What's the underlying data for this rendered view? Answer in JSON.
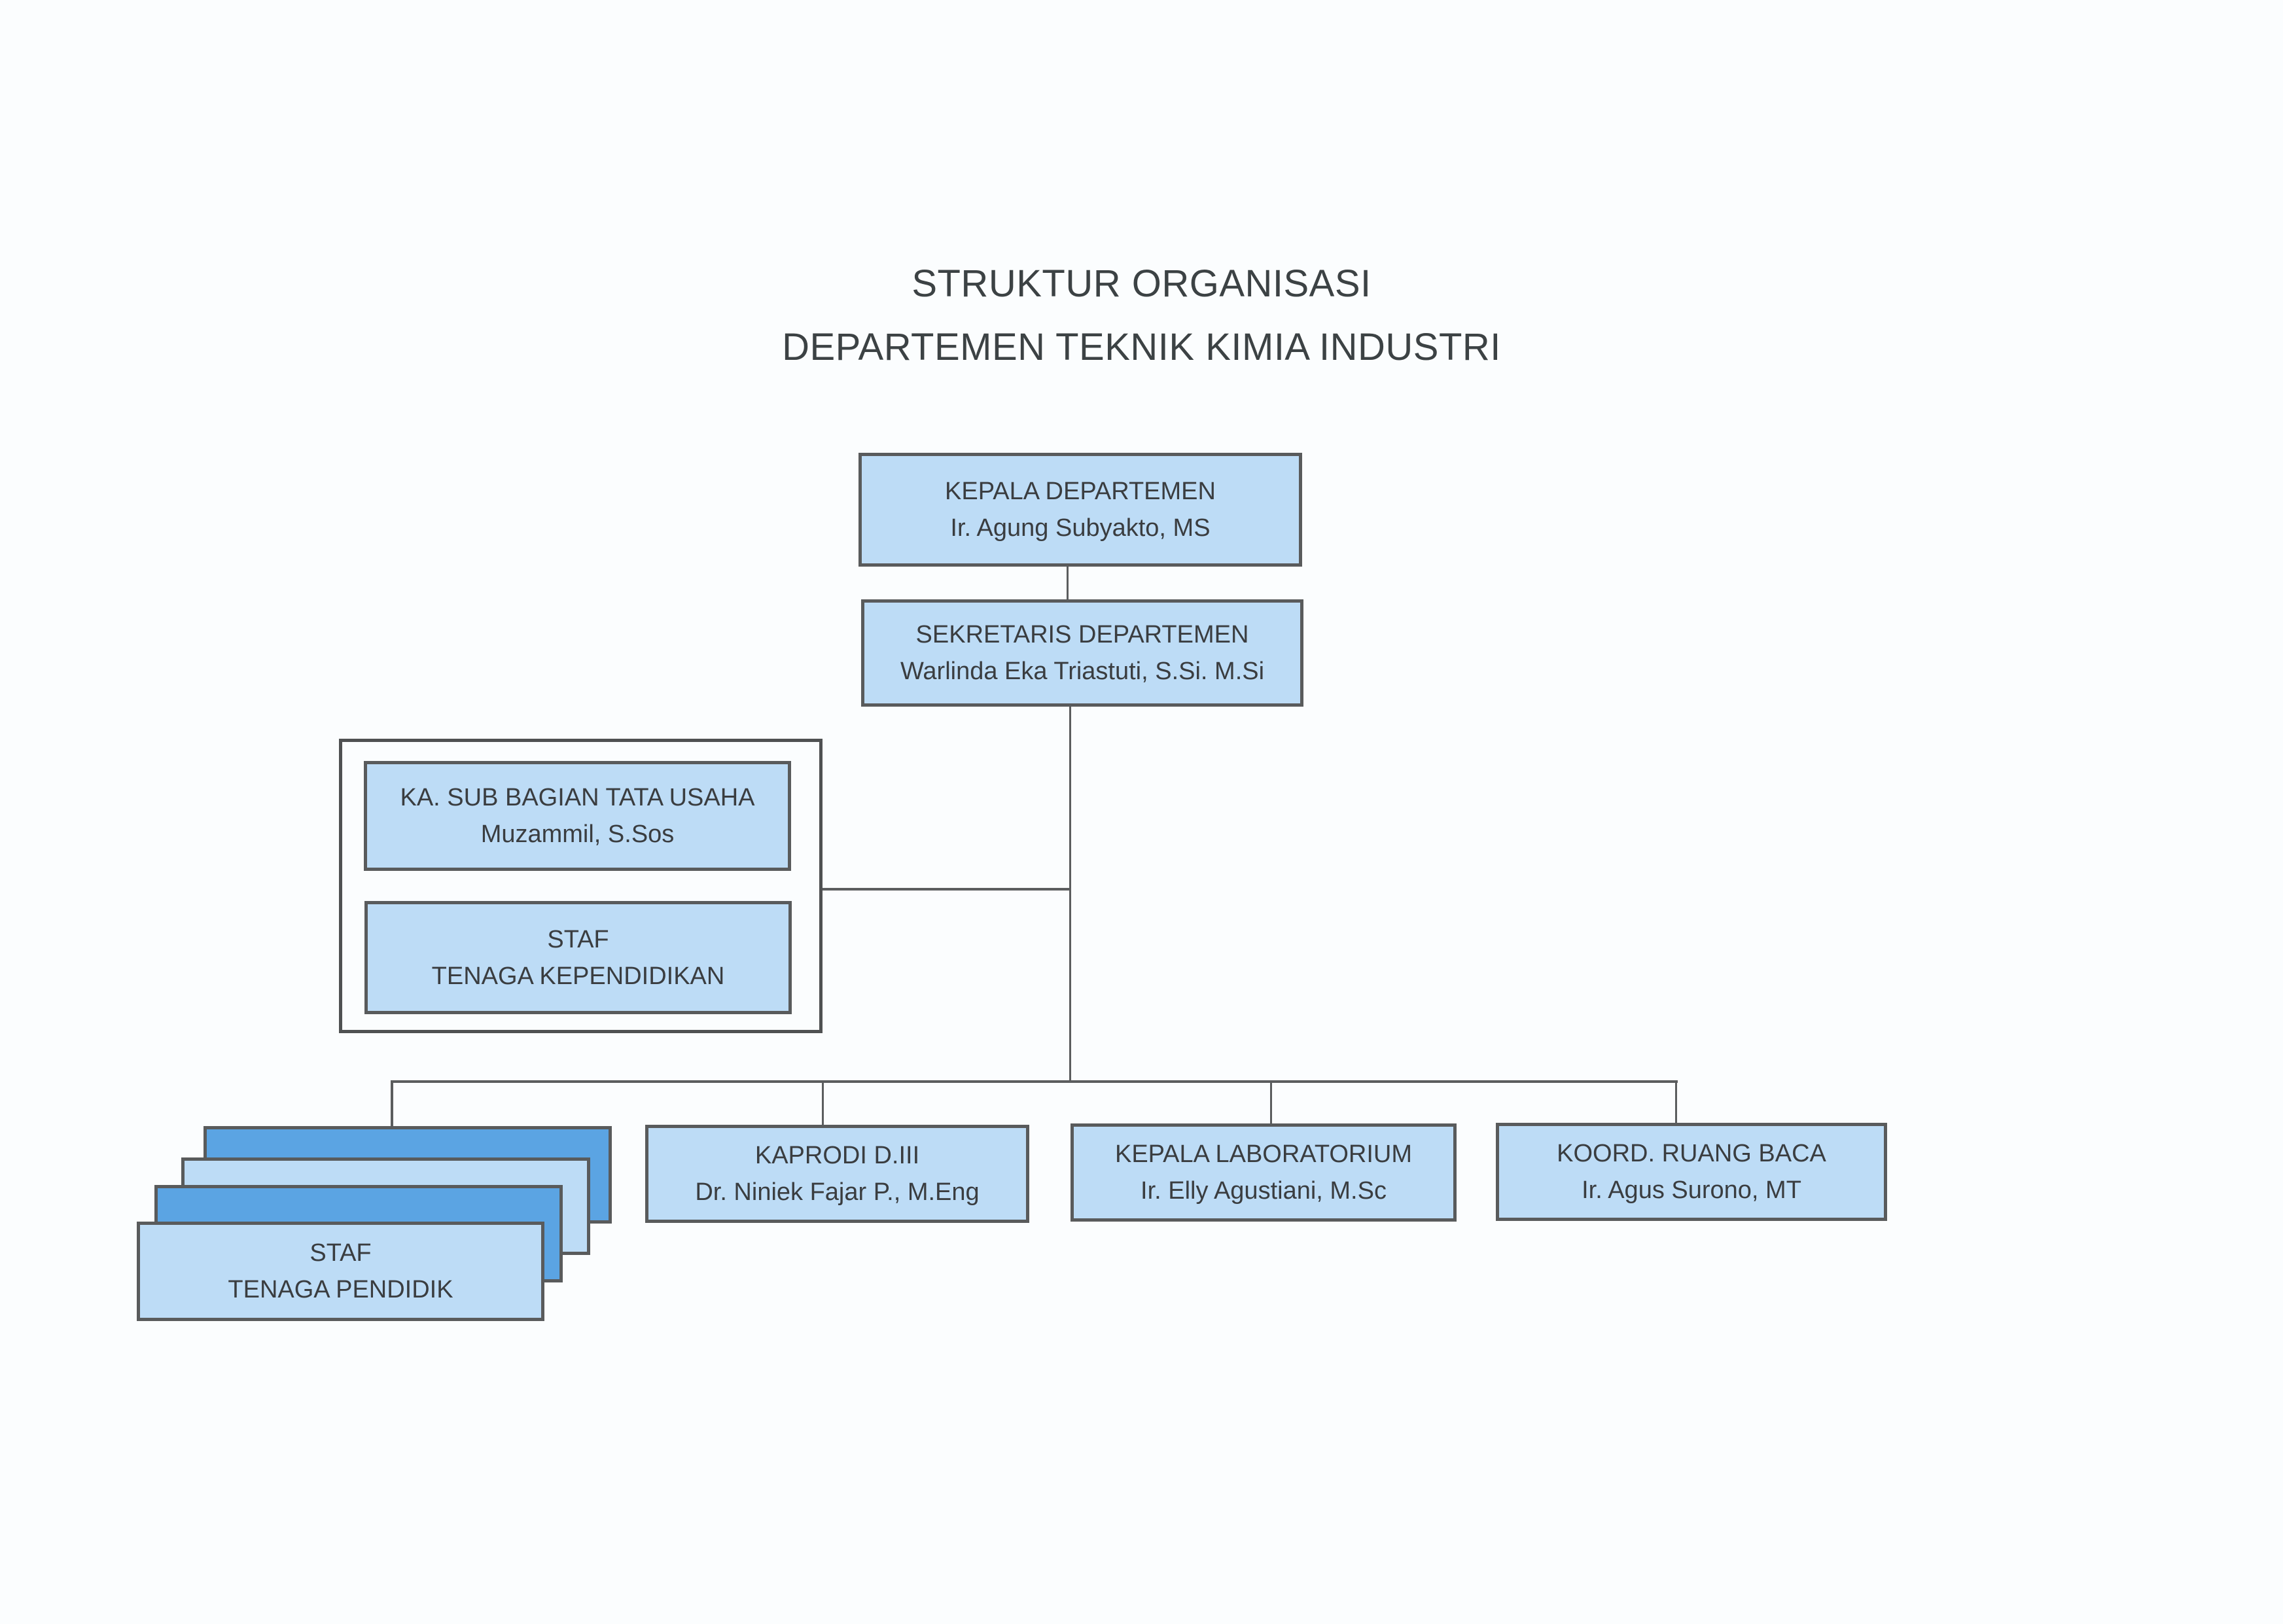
{
  "title": {
    "line1": "STRUKTUR ORGANISASI",
    "line2": "DEPARTEMEN TEKNIK KIMIA INDUSTRI"
  },
  "colors": {
    "box_fill": "#bddcf6",
    "box_fill_dark": "#5ba4e3",
    "border": "#595b5c",
    "text": "#3a3d40"
  },
  "nodes": {
    "head": {
      "role": "KEPALA DEPARTEMEN",
      "name": "Ir. Agung Subyakto, MS"
    },
    "secretary": {
      "role": "SEKRETARIS DEPARTEMEN",
      "name": "Warlinda Eka Triastuti, S.Si. M.Si"
    },
    "admin_head": {
      "role": "KA. SUB BAGIAN TATA USAHA",
      "name": "Muzammil, S.Sos"
    },
    "admin_staff": {
      "role": "STAF",
      "name": "TENAGA KEPENDIDIKAN"
    },
    "teaching_staff": {
      "role": "STAF",
      "name": "TENAGA PENDIDIK"
    },
    "kaprodi": {
      "role": "KAPRODI D.III",
      "name": "Dr. Niniek Fajar P., M.Eng"
    },
    "lab_head": {
      "role": "KEPALA LABORATORIUM",
      "name": "Ir. Elly Agustiani, M.Sc"
    },
    "reading_room": {
      "role": "KOORD. RUANG BACA",
      "name": "Ir. Agus Surono, MT"
    }
  }
}
